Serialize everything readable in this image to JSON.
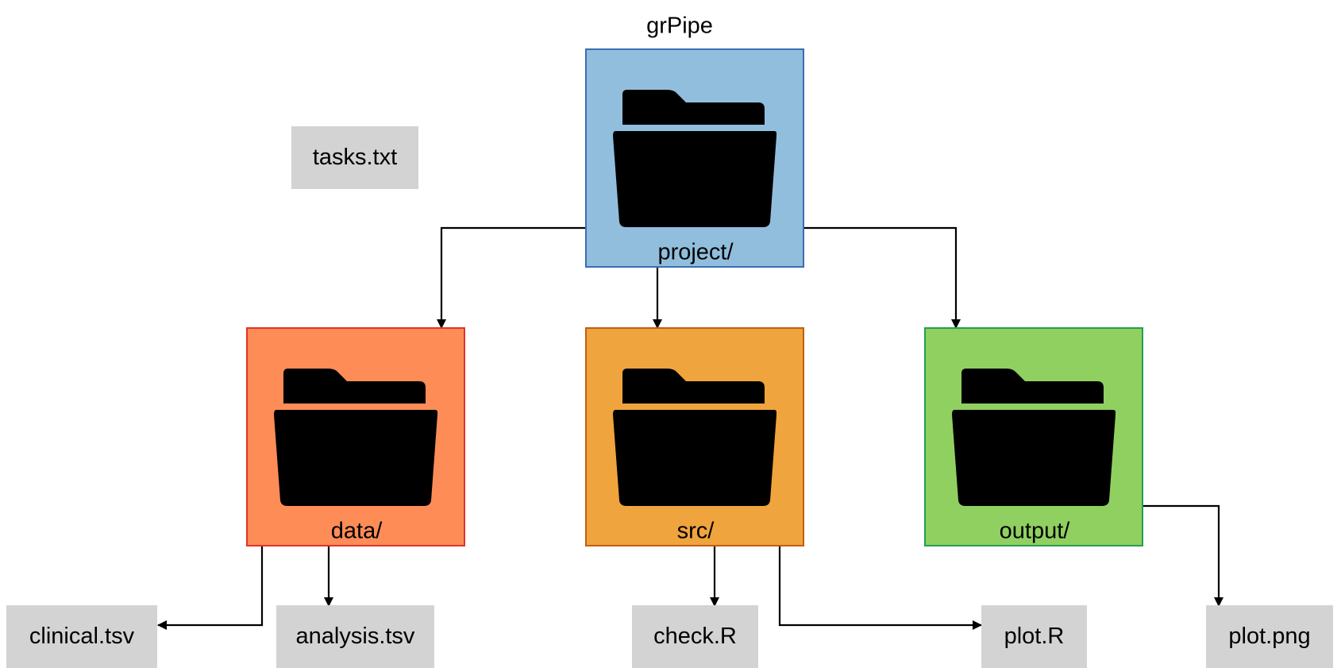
{
  "title": "grPipe",
  "folders": [
    {
      "id": "project",
      "label": "project/",
      "fill": "#92bedd",
      "stroke": "#3b6db4"
    },
    {
      "id": "data",
      "label": "data/",
      "fill": "#fd8c57",
      "stroke": "#e1332a"
    },
    {
      "id": "src",
      "label": "src/",
      "fill": "#f0a43d",
      "stroke": "#c05f10"
    },
    {
      "id": "output",
      "label": "output/",
      "fill": "#90d060",
      "stroke": "#22a050"
    }
  ],
  "files": [
    {
      "id": "tasks",
      "label": "tasks.txt"
    },
    {
      "id": "clinical",
      "label": "clinical.tsv"
    },
    {
      "id": "analysis",
      "label": "analysis.tsv"
    },
    {
      "id": "check",
      "label": "check.R"
    },
    {
      "id": "plotR",
      "label": "plot.R"
    },
    {
      "id": "plotpng",
      "label": "plot.png"
    }
  ],
  "edges": [
    {
      "from": "project",
      "to": "data"
    },
    {
      "from": "project",
      "to": "src"
    },
    {
      "from": "project",
      "to": "output"
    },
    {
      "from": "data",
      "to": "clinical"
    },
    {
      "from": "data",
      "to": "analysis"
    },
    {
      "from": "src",
      "to": "check"
    },
    {
      "from": "src",
      "to": "plotR"
    },
    {
      "from": "output",
      "to": "plotpng"
    }
  ],
  "colors": {
    "file_fill": "#d3d3d3",
    "edge": "#000000",
    "icon": "#000000"
  },
  "icon": "folder-open-icon"
}
